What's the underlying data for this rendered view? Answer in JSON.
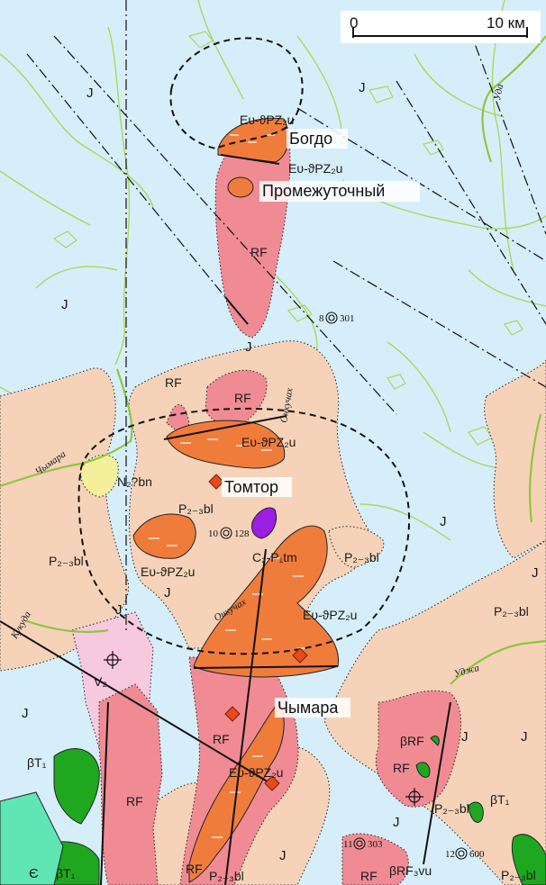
{
  "scale": {
    "start": "0",
    "end": "10 км"
  },
  "deposits": {
    "bogdo": "Богдо",
    "promezhutochny": "Промежуточный",
    "tomtor": "Томтор",
    "chymara": "Чымара"
  },
  "units": {
    "j": "J",
    "rf": "RF",
    "intrusive": "Eυ-ϑPZ₂u",
    "p_bl": "P₂₋₃bl",
    "c_tm": "C₂-P₁tm",
    "n_bn": "N₂?bn",
    "v2": "V₂",
    "bt1": "βT₁",
    "brf": "βRF",
    "brf3": "βRF₃vu",
    "cambrian": "Є"
  },
  "rivers": {
    "uda": "Уда",
    "onkuchakh": "Онкучах",
    "chymara": "Чымара",
    "udzha": "Уджа",
    "kukuda": "Кукуда"
  },
  "wells": [
    {
      "number": "8",
      "depth": "301"
    },
    {
      "number": "10",
      "depth": "128"
    },
    {
      "number": "11",
      "depth": "303"
    },
    {
      "number": "12",
      "depth": "600"
    }
  ],
  "colors": {
    "jurassic": "#d6eefa",
    "riphean": "#f08b94",
    "intrusive": "#f07c3c",
    "permian": "#f6d3b8",
    "carbonatite": "#9a1fe0",
    "neogene": "#f4f09a",
    "vendian": "#f7c9df",
    "basalt": "#1fa81f",
    "cambrian": "#5fe6b4",
    "river": "#a8d85a"
  }
}
